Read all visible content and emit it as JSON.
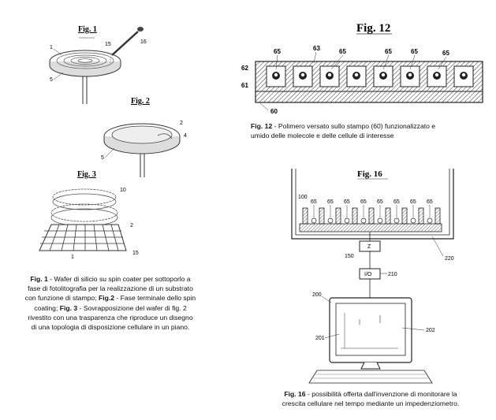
{
  "fig1": {
    "title": "Fig. 1",
    "labels": {
      "l1": "1",
      "l15": "15",
      "l16": "16",
      "l5": "5"
    }
  },
  "fig2": {
    "title": "Fig. 2",
    "labels": {
      "l2": "2",
      "l4": "4",
      "l5": "5"
    }
  },
  "fig3": {
    "title": "Fig. 3",
    "labels": {
      "l10": "10",
      "l2": "2",
      "l1": "1",
      "l15": "15"
    }
  },
  "fig12": {
    "title": "Fig. 12",
    "labels": {
      "l65a": "65",
      "l63": "63",
      "l65b": "65",
      "l65c": "65",
      "l65d": "65",
      "l65e": "65",
      "l62": "62",
      "l61": "61",
      "l60": "60"
    }
  },
  "fig16": {
    "title": "Fig. 16",
    "labels": {
      "l100": "100",
      "l65s": [
        "65",
        "65",
        "65",
        "65",
        "65",
        "65",
        "65",
        "65"
      ],
      "l220": "220",
      "l150": "150",
      "z": "Z",
      "io": "I/O",
      "l210": "210",
      "l200": "200",
      "l201": "201",
      "l202": "202"
    }
  },
  "captions": {
    "left": [
      {
        "b": "Fig. 1",
        "t": " - Wafer di silicio su spin coater per sottoporlo a"
      },
      {
        "b": "",
        "t": "fase di fotolitografia per la realizzazione di un substrato"
      },
      {
        "b": "",
        "t": "con funzione di stampo; "
      },
      {
        "b": "",
        "t": "coating; "
      },
      {
        "b": "",
        "t": "rivestito con una trasparenza che riproduce un disegno"
      },
      {
        "b": "",
        "t": "di una topologia di disposizione cellulare in un piano."
      }
    ],
    "left_line3_bold": "Fig.2",
    "left_line3_rest": " - Fase terminale dello spin",
    "left_line4_bold": "Fig. 3",
    "left_line4_rest": " - Sovrapposizione del wafer di fig. 2",
    "fig12_bold": "Fig. 12",
    "fig12_rest": " - Polimero versato sullo stampo (60) funzionalizzato e",
    "fig12_line2": "umido delle molecole e delle cellule di interesse",
    "fig16_bold": "Fig. 16",
    "fig16_rest": " - possibilità offerta dall'invenzione di monitorare la",
    "fig16_line2": "crescita cellulare nel tempo mediante un impedenziometro."
  }
}
